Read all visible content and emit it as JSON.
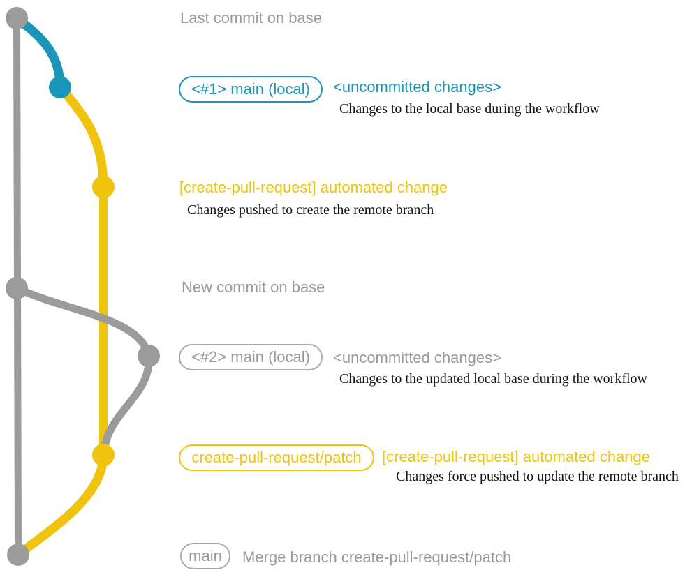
{
  "colors": {
    "gray": "#9b9b9b",
    "gray_text": "#9a9a9a",
    "blue": "#1b95b8",
    "yellow": "#f0c30e",
    "description_text": "#141414"
  },
  "annotations": {
    "last_commit_label": "Last commit on base",
    "row1": {
      "badge": "<#1> main (local)",
      "heading": "<uncommitted changes>",
      "description": "Changes to the local base during the workflow"
    },
    "row2": {
      "heading": "[create-pull-request] automated change",
      "description": "Changes pushed to create the remote branch"
    },
    "new_commit_label": "New commit on base",
    "row3": {
      "badge": "<#2> main (local)",
      "heading": "<uncommitted changes>",
      "description": "Changes to the updated local base during the workflow"
    },
    "row4": {
      "badge": "create-pull-request/patch",
      "heading": "[create-pull-request] automated change",
      "description": "Changes force pushed to update the remote branch"
    },
    "row5": {
      "badge": "main",
      "description": "Merge branch create-pull-request/patch"
    }
  }
}
